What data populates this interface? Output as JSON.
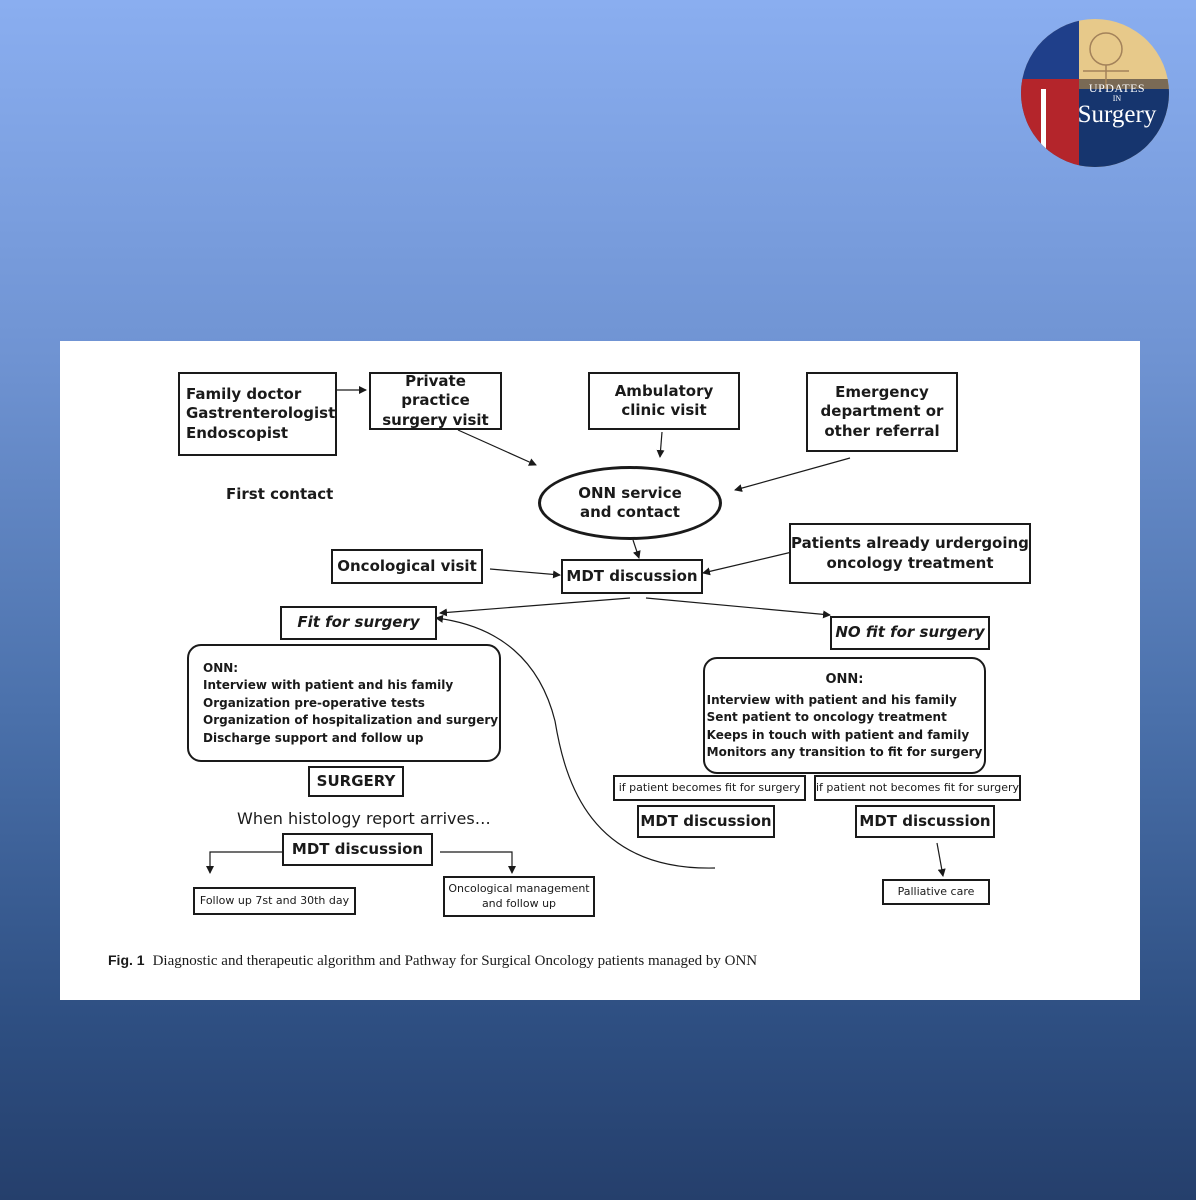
{
  "logo": {
    "line1": "UPDATES",
    "line2": "IN",
    "line3": "Surgery"
  },
  "figure": {
    "nodes": {
      "family_doctor": "Family doctor\nGastrenterologist\nEndoscopist",
      "private_practice": "Private practice\nsurgery visit",
      "ambulatory": "Ambulatory\nclinic visit",
      "emergency": "Emergency\ndepartment or\nother referral",
      "first_contact": "First contact",
      "onn_service": "ONN service\nand contact",
      "oncological_visit": "Oncological visit",
      "mdt_main": "MDT discussion",
      "already_treatment": "Patients already urdergoing\noncology treatment",
      "fit": "Fit for surgery",
      "no_fit": "NO fit for surgery",
      "onn_fit_title": "ONN:",
      "onn_fit_items": "Interview with patient and his family\nOrganization pre-operative tests\nOrganization of hospitalization and surgery\nDischarge support and follow up",
      "onn_nofit_title": "ONN:",
      "onn_nofit_items": "Interview with patient and his family\nSent patient to oncology treatment\nKeeps in touch with patient and family\nMonitors any transition to fit for surgery",
      "surgery": "SURGERY",
      "histology": "When histology report arrives…",
      "mdt_histology": "MDT discussion",
      "follow_up": "Follow up 7st and 30th day",
      "oncological_mgmt": "Oncological management\nand follow up",
      "becomes_fit": "if patient becomes fit for surgery",
      "not_becomes_fit": "if patient not becomes fit for surgery",
      "mdt_fit_again": "MDT discussion",
      "mdt_not_fit": "MDT discussion",
      "palliative": "Palliative care"
    },
    "caption_label": "Fig. 1",
    "caption_text": "Diagnostic and therapeutic algorithm and Pathway for Surgical Oncology patients managed by ONN"
  }
}
